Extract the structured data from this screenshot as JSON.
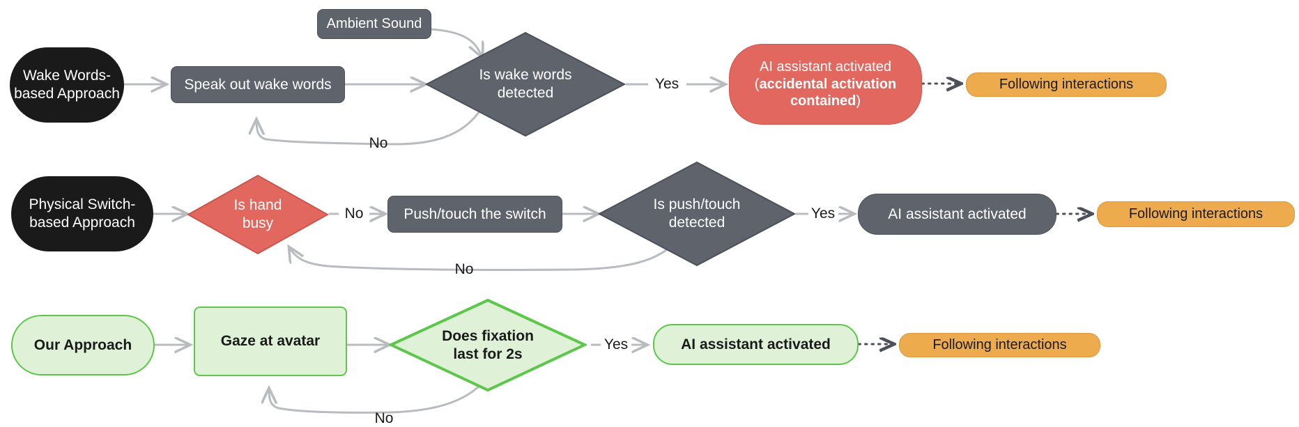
{
  "diagram": {
    "title": "Wake-up approaches comparison flowchart",
    "colors": {
      "black_terminator": "#1a1a1a",
      "gray_node": "#5e636c",
      "red_node": "#e2685f",
      "orange_node": "#eeab4e",
      "green_border": "#5cc74a",
      "green_fill": "#dff2d8",
      "edge_gray": "#b8bcc0",
      "dotted_arrow": "#4b5059"
    }
  },
  "rows": [
    {
      "id": "wake-words",
      "start": "Wake Words-\nbased Approach",
      "start_lines": [
        "Wake Words-",
        "based Approach"
      ],
      "process": "Speak out wake words",
      "external_input": "Ambient Sound",
      "decision_lines": [
        "Is wake words",
        "detected"
      ],
      "yes_label": "Yes",
      "no_label": "No",
      "result_line1": "AI assistant activated",
      "result_paren_open": "(",
      "result_bold": "accidental activation contained",
      "result_paren_close": ")",
      "following": "Following interactions"
    },
    {
      "id": "physical-switch",
      "start": "Physical Switch-\nbased Approach",
      "start_lines": [
        "Physical Switch-",
        "based Approach"
      ],
      "decision1_lines": [
        "Is hand",
        "busy"
      ],
      "decision1_no": "No",
      "process": "Push/touch the switch",
      "decision2_lines": [
        "Is push/touch",
        "detected"
      ],
      "yes_label": "Yes",
      "no_label": "No",
      "result": "AI assistant activated",
      "following": "Following interactions"
    },
    {
      "id": "our-approach",
      "start": "Our Approach",
      "process": "Gaze at avatar",
      "decision_lines": [
        "Does fixation",
        "last for  2s"
      ],
      "yes_label": "Yes",
      "no_label": "No",
      "result": "AI assistant activated",
      "following": "Following interactions"
    }
  ]
}
